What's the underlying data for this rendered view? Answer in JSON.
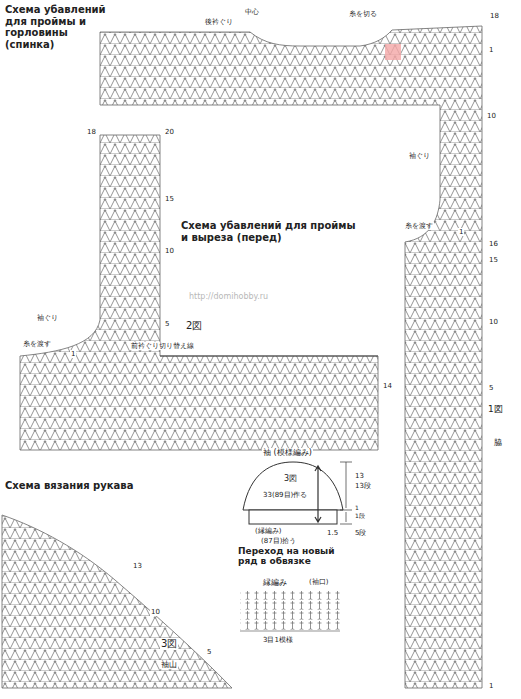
{
  "diagram": {
    "labels": [
      "Схема убавлений для проймы и горловины (спинка)",
      "中心",
      "後衿ぐり",
      "糸を切る",
      "18",
      "1",
      "10",
      "袖ぐり",
      "糸を渡す",
      "1",
      "16",
      "15",
      "10",
      "5",
      "1図",
      "脇",
      "1",
      "18",
      "20",
      "15",
      "10",
      "Схема убавлений для проймы и выреза (перед)",
      "袖ぐり",
      "5",
      "糸を渡す",
      "1",
      "2図",
      "前衿ぐり切り替え線",
      "14",
      "http://domihobby.ru",
      "Схема вязания рукава",
      "13",
      "10",
      "5",
      "3図",
      "袖山",
      "袖 (模様編み)",
      "3図",
      "33(89目)作る",
      "13",
      "13段",
      "1",
      "1段",
      "(縁編み)",
      "(87目)拾う",
      "1.5",
      "5段",
      "Переход на новый ряд в обвязке",
      "縁編み",
      "(袖口)",
      "3目1模様"
    ]
  }
}
